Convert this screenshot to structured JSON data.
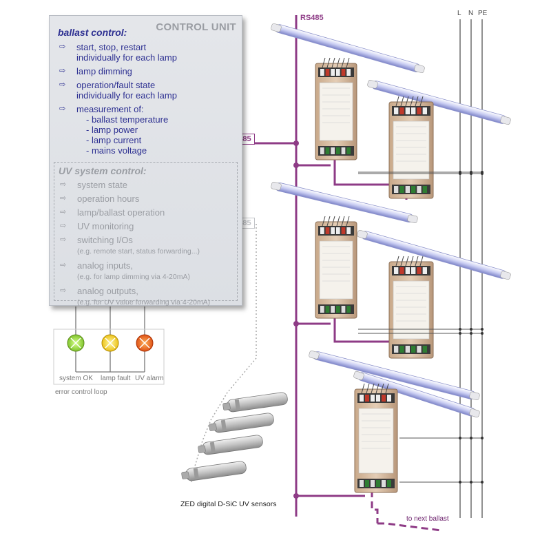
{
  "control_unit": {
    "title": "CONTROL UNIT",
    "ballast_section": {
      "title": "ballast control:",
      "items": [
        {
          "lines": [
            "start, stop, restart",
            "individually for each lamp"
          ]
        },
        {
          "lines": [
            "lamp dimming"
          ]
        },
        {
          "lines": [
            "operation/fault state",
            "individually for each lamp"
          ]
        },
        {
          "lines": [
            "measurement of:"
          ],
          "sub": [
            "- ballast temperature",
            "- lamp power",
            "- lamp current",
            "- mains voltage"
          ]
        }
      ]
    },
    "uv_section": {
      "title": "UV system control:",
      "items": [
        {
          "main": "system state",
          "note": ""
        },
        {
          "main": "operation hours",
          "note": ""
        },
        {
          "main": "lamp/ballast operation",
          "note": ""
        },
        {
          "main": "UV monitoring",
          "note": ""
        },
        {
          "main": "switching I/Os",
          "note": "(e.g. remote start, status forwarding...)"
        },
        {
          "main": "analog inputs,",
          "note": "(e.g. for lamp dimming via 4-20mA)"
        },
        {
          "main": "analog outputs,",
          "note": "(e.g. for UV value forwarding via 4-20mA)"
        }
      ]
    }
  },
  "bus": {
    "rs485_top": "RS485",
    "rs485_ballast": "RS485",
    "rs485_uv": "RS485",
    "mains": [
      "L",
      "N",
      "PE"
    ],
    "to_next": "to next ballast"
  },
  "indicators": [
    {
      "label": "system OK",
      "color": "#8ccf2e"
    },
    {
      "label": "lamp fault",
      "color": "#f7d21c"
    },
    {
      "label": "UV alarm",
      "color": "#f06a12"
    }
  ],
  "error_loop_label": "error control loop",
  "sensors_label": "ZED digital D-SiC UV sensors",
  "colors": {
    "bus": "#8e3b86",
    "accent_blue": "#2e3192",
    "grey_text": "#9a9da3"
  }
}
